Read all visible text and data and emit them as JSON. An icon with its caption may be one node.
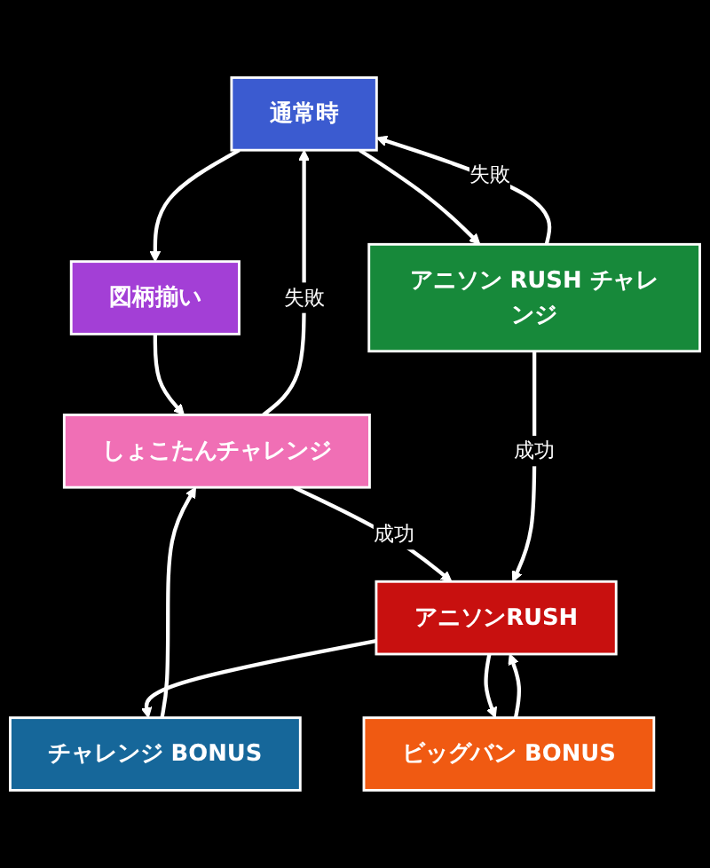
{
  "diagram": {
    "nodes": [
      {
        "text": [
          "通常時"
        ]
      },
      {
        "text": [
          "図柄揃い"
        ]
      },
      {
        "text": [
          "しょこたんチャレンジ"
        ]
      },
      {
        "text": [
          "アニソン RUSH チャレンジ"
        ]
      },
      {
        "text": [
          "アニソンRUSH"
        ]
      },
      {
        "text": [
          "チャレンジ BONUS"
        ]
      },
      {
        "text": [
          "ビッグバン BONUS"
        ]
      }
    ],
    "edges": [
      {
        "from": 0,
        "to": 1,
        "arrow": "to"
      },
      {
        "from": 1,
        "to": 2,
        "arrow": "to"
      },
      {
        "from": 2,
        "to": 0,
        "arrow": "to",
        "label": "失敗"
      },
      {
        "from": 0,
        "to": 3,
        "arrow": "to"
      },
      {
        "from": 3,
        "to": 0,
        "arrow": "to",
        "label": "失敗"
      },
      {
        "from": 2,
        "to": 4,
        "arrow": "to",
        "label": "成功"
      },
      {
        "from": 3,
        "to": 4,
        "arrow": "to",
        "label": "成功"
      },
      {
        "from": 4,
        "to": 5,
        "arrow": "to"
      },
      {
        "from": 4,
        "to": 6,
        "arrow": "to"
      },
      {
        "from": 6,
        "to": 4,
        "arrow": "to"
      },
      {
        "from": 5,
        "to": 2,
        "arrow": "to"
      }
    ]
  }
}
